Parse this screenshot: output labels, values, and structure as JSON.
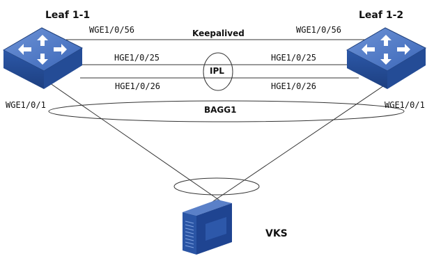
{
  "devices": {
    "leaf1": {
      "label": "Leaf 1-1",
      "color": "#2f5aa5"
    },
    "leaf2": {
      "label": "Leaf 1-2",
      "color": "#2f5aa5"
    },
    "server": {
      "label": "VKS",
      "color": "#274d9a"
    }
  },
  "links": {
    "keepalived": {
      "label": "Keepalived",
      "left_port": "WGE1/0/56",
      "right_port": "WGE1/0/56"
    },
    "ipl": {
      "label": "IPL",
      "port_a_left": "HGE1/0/25",
      "port_a_right": "HGE1/0/25",
      "port_b_left": "HGE1/0/26",
      "port_b_right": "HGE1/0/26"
    },
    "bagg": {
      "label": "BAGG1",
      "left_port": "WGE1/0/1",
      "right_port": "WGE1/0/1"
    }
  }
}
